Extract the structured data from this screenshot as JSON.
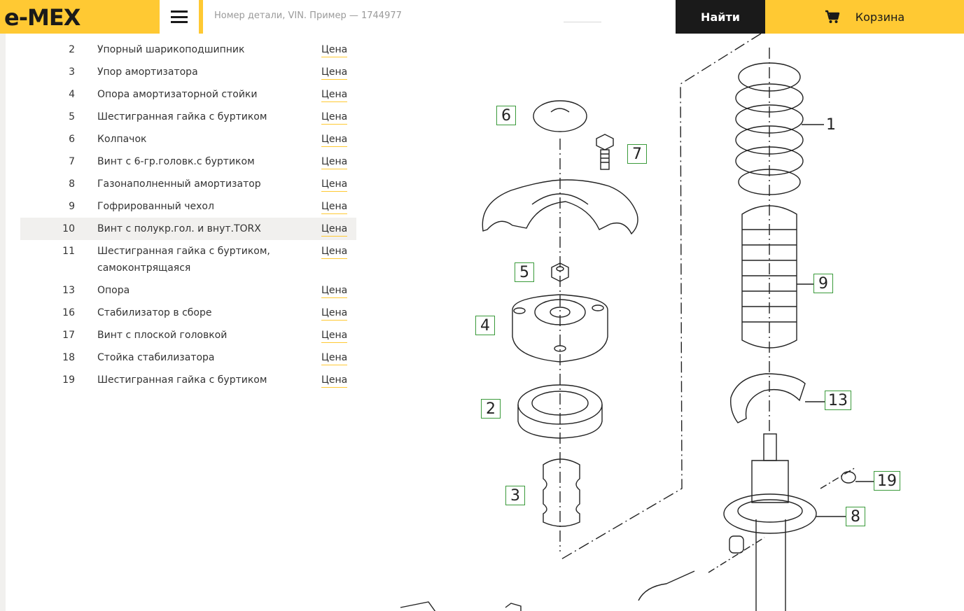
{
  "header": {
    "logo_text": "e-MEX",
    "search_placeholder": "Номер детали, VIN. Пример — 1744977",
    "find_label": "Найти",
    "cart_label": "Корзина"
  },
  "parts": [
    {
      "num": "2",
      "name": "Упорный шарикоподшипник",
      "price": "Цена"
    },
    {
      "num": "3",
      "name": "Упор амортизатора",
      "price": "Цена"
    },
    {
      "num": "4",
      "name": "Опора амортизаторной стойки",
      "price": "Цена"
    },
    {
      "num": "5",
      "name": "Шестигранная гайка с буртиком",
      "price": "Цена"
    },
    {
      "num": "6",
      "name": "Колпачок",
      "price": "Цена"
    },
    {
      "num": "7",
      "name": "Винт с 6-гр.головк.с буртиком",
      "price": "Цена"
    },
    {
      "num": "8",
      "name": "Газонаполненный амортизатор",
      "price": "Цена"
    },
    {
      "num": "9",
      "name": "Гофрированный чехол",
      "price": "Цена"
    },
    {
      "num": "10",
      "name": "Винт с полукр.гол. и внут.TORX",
      "price": "Цена"
    },
    {
      "num": "11",
      "name": "Шестигранная гайка с буртиком, самоконтрящаяся",
      "price": "Цена"
    },
    {
      "num": "13",
      "name": "Опора",
      "price": "Цена"
    },
    {
      "num": "16",
      "name": "Стабилизатор в сборе",
      "price": "Цена"
    },
    {
      "num": "17",
      "name": "Винт с плоской головкой",
      "price": "Цена"
    },
    {
      "num": "18",
      "name": "Стойка стабилизатора",
      "price": "Цена"
    },
    {
      "num": "19",
      "name": "Шестигранная гайка с буртиком",
      "price": "Цена"
    }
  ],
  "diagram": {
    "callouts": [
      "6",
      "7",
      "5",
      "4",
      "2",
      "3",
      "9",
      "13",
      "19",
      "8"
    ],
    "plain_label": "1"
  },
  "colors": {
    "brand": "#ffc933",
    "dark": "#1a1a1a",
    "callout_border": "#3a9a3a"
  }
}
